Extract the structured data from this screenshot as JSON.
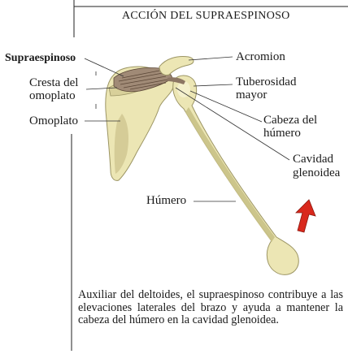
{
  "title": "ACCIÓN DEL SUPRAESPINOSO",
  "labels": {
    "supraespinoso": "Supraespinoso",
    "cresta_line1": "Cresta del",
    "cresta_line2": "omoplato",
    "omoplato": "Omoplato",
    "acromion": "Acromion",
    "tuberosidad_line1": "Tuberosidad",
    "tuberosidad_line2": "mayor",
    "cabeza_line1": "Cabeza del",
    "cabeza_line2": "húmero",
    "cavidad_line1": "Cavidad",
    "cavidad_line2": "glenoidea",
    "humero": "Húmero"
  },
  "caption": "Auxiliar del deltoides, el supraespinoso contribuye a las elevaciones laterales del brazo y ayuda a mantener la cabeza del húmero en la cavidad glenoidea.",
  "colors": {
    "bone": "#ece6b4",
    "bone_shadow": "#b9b27a",
    "muscle": "#a08a76",
    "muscle_fiber": "#5a4636",
    "arrow": "#d9281c",
    "leader": "#333333"
  }
}
